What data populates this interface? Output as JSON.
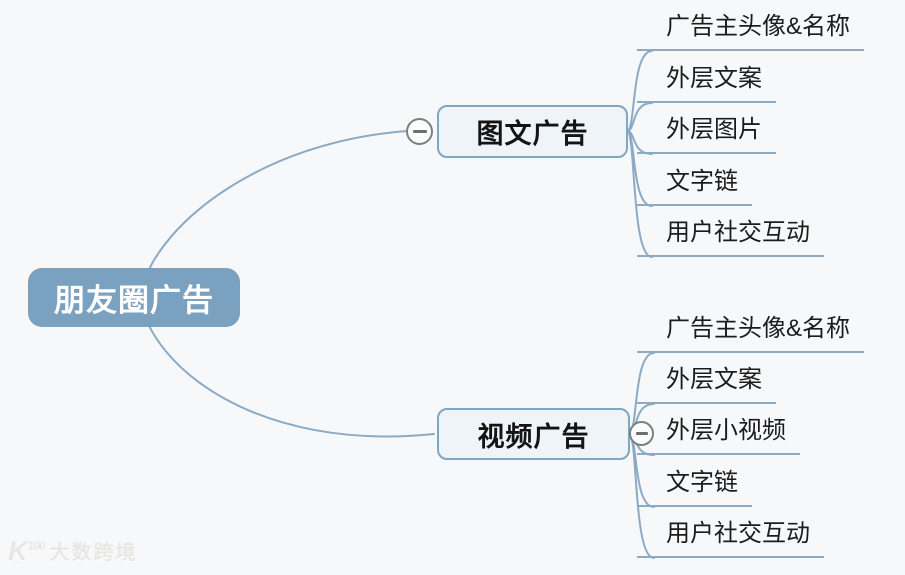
{
  "colors": {
    "background": "#f7f8f9",
    "root_fill": "#7aa1c0",
    "root_text": "#ffffff",
    "branch_fill": "#eef4f8",
    "branch_border": "#7fa6c2",
    "connector_line": "#8caac4",
    "leaf_text": "#1c1c1c",
    "collapse_border": "#7e7e7e"
  },
  "icons": {
    "collapse_top": "minus-circle-icon",
    "collapse_bottom": "minus-circle-icon",
    "watermark_logo": "k100-logo-icon"
  },
  "mindmap": {
    "root": {
      "label": "朋友圈广告"
    },
    "branches": [
      {
        "label": "图文广告",
        "collapse_state": "expanded",
        "children": [
          "广告主头像&名称",
          "外层文案",
          "外层图片",
          "文字链",
          "用户社交互动"
        ]
      },
      {
        "label": "视频广告",
        "collapse_state": "expanded",
        "children": [
          "广告主头像&名称",
          "外层文案",
          "外层小视频",
          "文字链",
          "用户社交互动"
        ]
      }
    ]
  },
  "watermark": {
    "logo_main": "K",
    "logo_sup": "100",
    "text": "大数跨境"
  }
}
